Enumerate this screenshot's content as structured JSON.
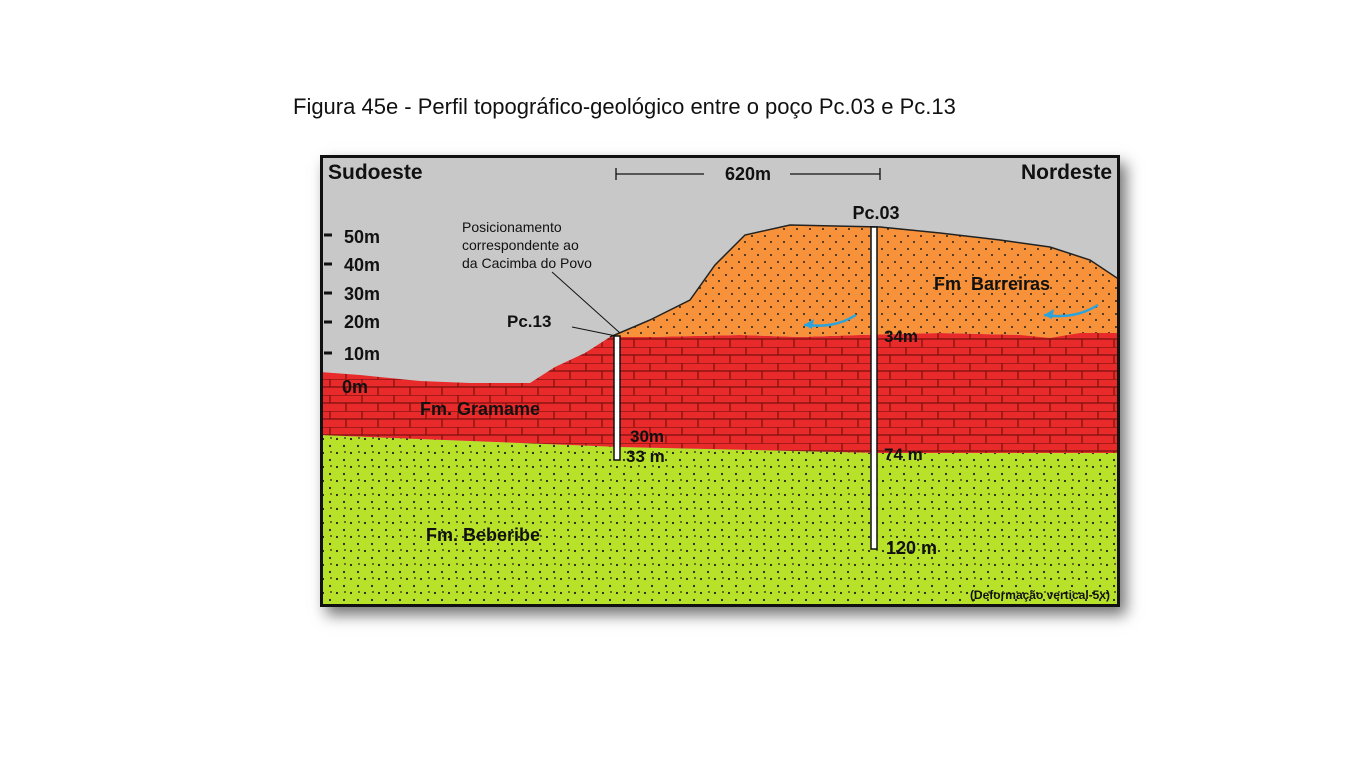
{
  "caption": "Figura 45e - Perfil topográfico-geológico entre o poço Pc.03 e Pc.13",
  "diagram": {
    "direction_left": "Sudoeste",
    "direction_right": "Nordeste",
    "distance": "620m",
    "elevation_ticks": [
      "50m",
      "40m",
      "30m",
      "20m",
      "10m",
      "0m"
    ],
    "annotation": {
      "line1": "Posicionamento",
      "line2": "correspondente ao",
      "line3": "da Cacimba do Povo"
    },
    "wells": {
      "left": {
        "name": "Pc.13",
        "depth_contact": "30m",
        "depth_total": "33 m"
      },
      "right": {
        "name": "Pc.03",
        "depth_contact_upper": "34m",
        "depth_contact_lower": "74 m",
        "depth_total": "120 m"
      }
    },
    "formations": {
      "barreiras": "Fm  Barreiras",
      "gramame": "Fm. Gramame",
      "beberibe": "Fm. Beberibe"
    },
    "note": "(Deformação vertical-5x)",
    "colors": {
      "sky": "#c8c8c8",
      "barreiras": "#f7923a",
      "gramame": "#e82a2a",
      "beberibe": "#b8e22a",
      "arrow": "#29a3de"
    }
  }
}
